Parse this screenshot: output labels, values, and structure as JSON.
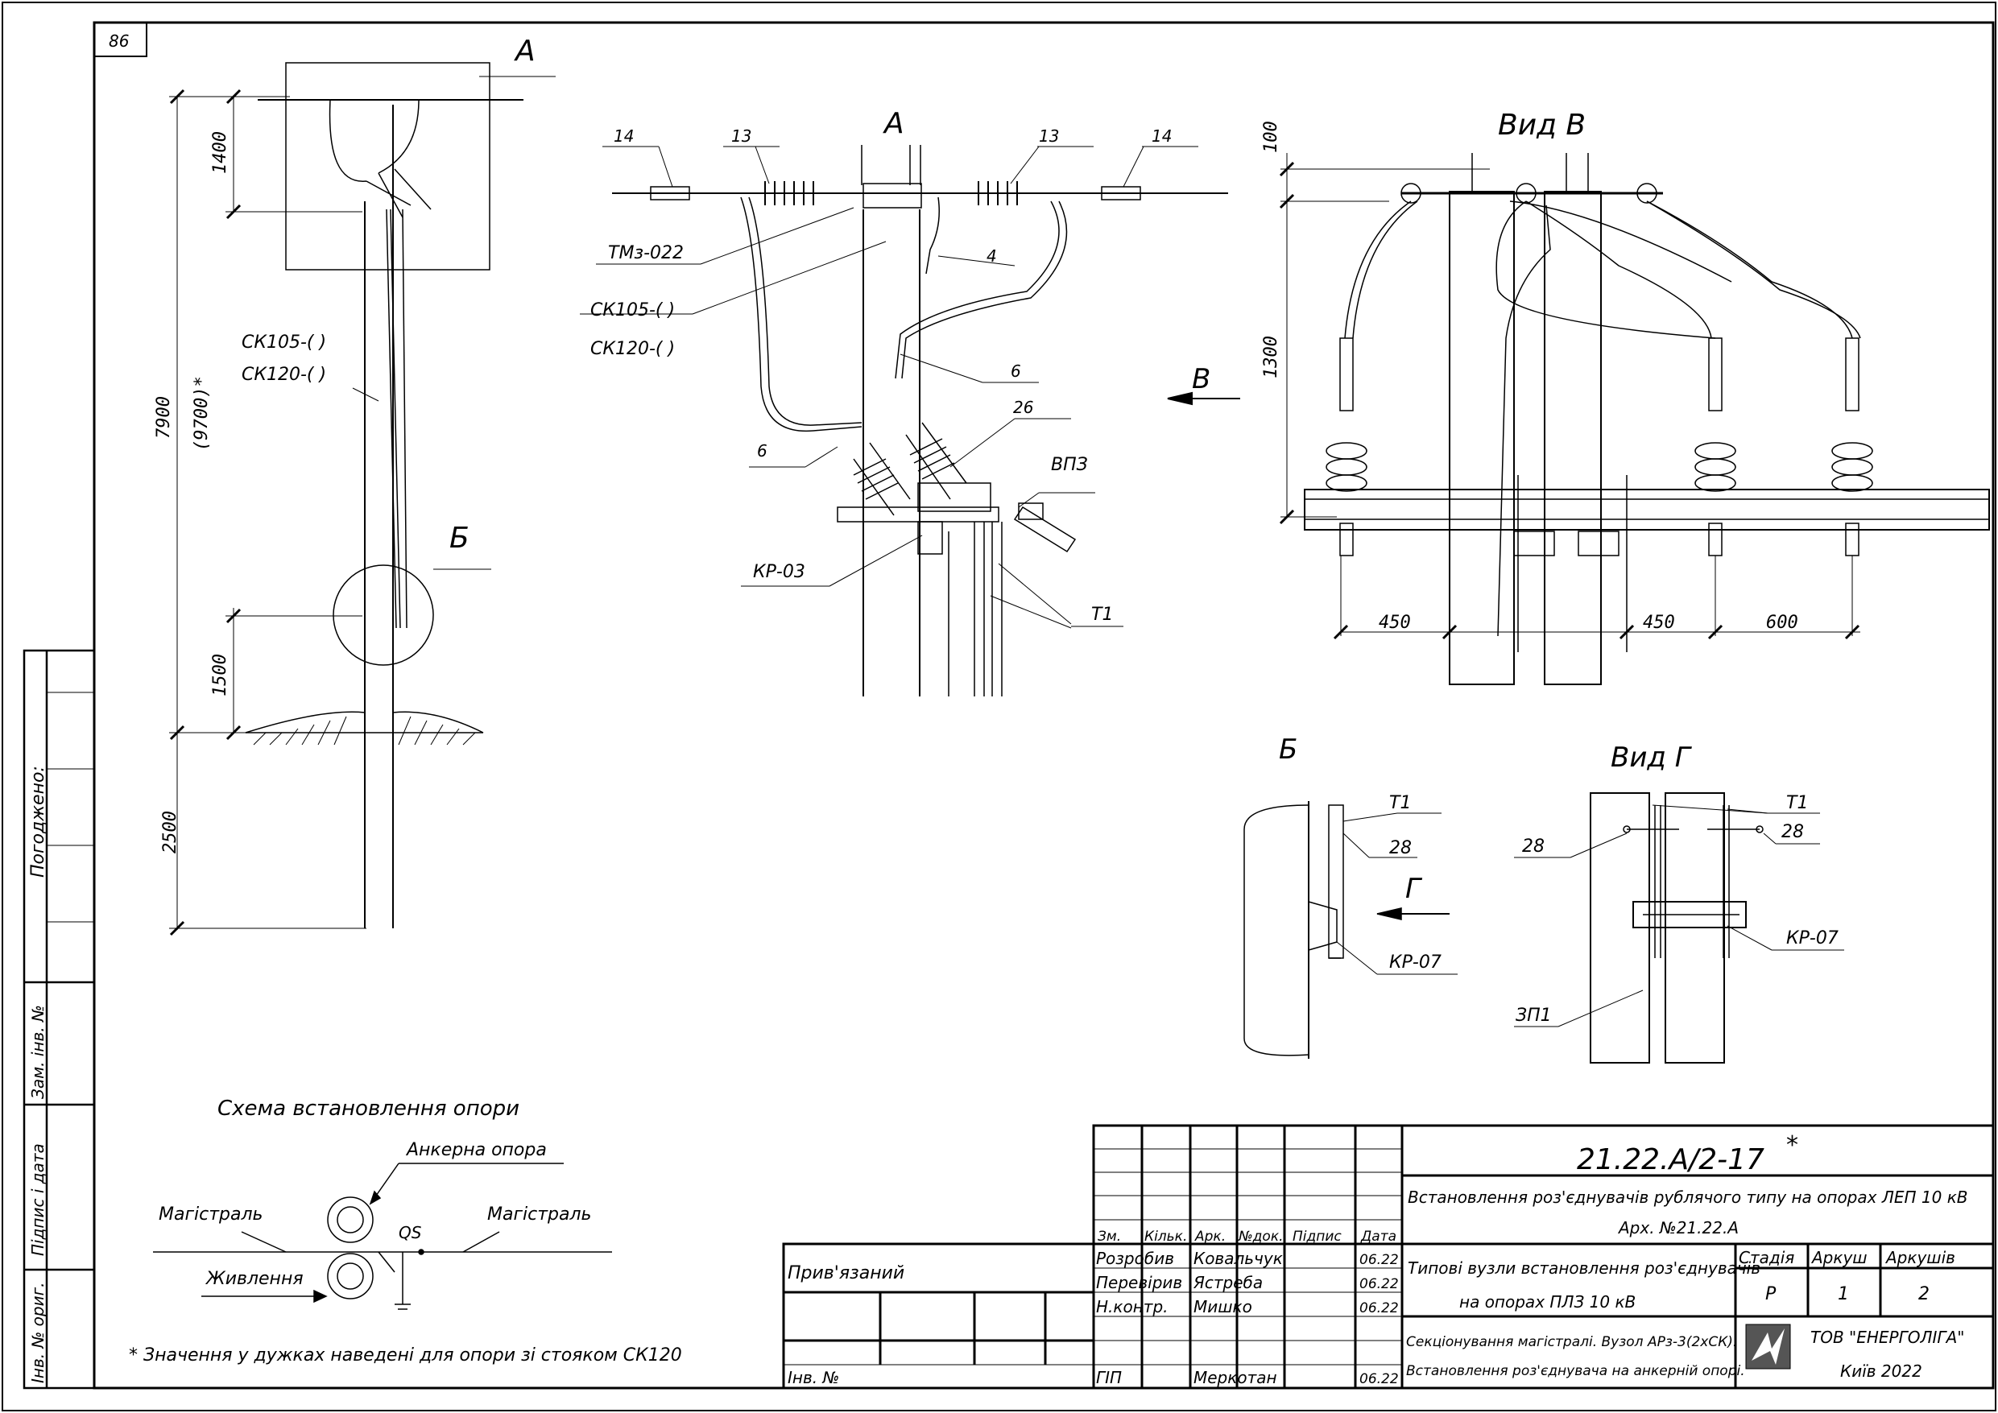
{
  "page_number": "86",
  "labels": {
    "A_callout": "А",
    "A_title": "А",
    "B_callout": "Б",
    "B_title": "Б",
    "view_B_title": "Вид В",
    "view_B_arrow": "В",
    "view_G_title": "Вид Г",
    "view_G_arrow": "Г"
  },
  "pole_dims": {
    "d1400": "1400",
    "d7900": "7900",
    "d9700": "(9700)*",
    "d1500": "1500",
    "d2500": "2500",
    "sk105": "СК105-(   )",
    "sk120": "СК120-(   )"
  },
  "view_A": {
    "p14_left": "14",
    "p13_left": "13",
    "p13_right": "13",
    "p14_right": "14",
    "tmz": "ТМз-022",
    "sk105": "СК105-(   )",
    "sk120": "СК120-(   )",
    "p4": "4",
    "p6_right": "6",
    "p26": "26",
    "p6_left": "6",
    "vpz": "ВПЗ",
    "kr03": "КР-03",
    "t1": "Т1"
  },
  "view_B_dims": {
    "d100": "100",
    "d1300": "1300",
    "d450a": "450",
    "d450b": "450",
    "d600": "600"
  },
  "view_Б": {
    "t1": "Т1",
    "p28": "28",
    "kr07": "КР-07"
  },
  "view_Г": {
    "t1": "Т1",
    "p28_left": "28",
    "p28_right": "28",
    "kr07": "КР-07",
    "zp1": "ЗП1"
  },
  "schema": {
    "title": "Схема встановлення опори",
    "anchor": "Анкерна опора",
    "main_left": "Магістраль",
    "main_right": "Магістраль",
    "qs": "QS",
    "supply": "Живлення",
    "note": "* Значення у дужках наведені для опори зі стояком СК120"
  },
  "side_stamp": {
    "agreed": "Погоджено:",
    "replaced_inv": "Зам. інв. №",
    "sign_date": "Підпис і дата",
    "orig_inv": "Інв. № ориг."
  },
  "title_block": {
    "doc_number": "21.22.А/2-17",
    "doc_star": "*",
    "title_line1": "Встановлення роз'єднувачів рублячого типу на опорах ЛЕП 10 кВ",
    "title_line2": "Арх. №21.22.А",
    "hdr_zm": "Зм.",
    "hdr_kilk": "Кільк.",
    "hdr_ark": "Арк.",
    "hdr_ndok": "№док.",
    "hdr_pidpys": "Підпис",
    "hdr_data": "Дата",
    "privyazanyi": "Прив'язаний",
    "inv_no": "Інв. №",
    "roles": [
      {
        "role": "Розробив",
        "name": "Ковальчук",
        "date": "06.22"
      },
      {
        "role": "Перевірив",
        "name": "Ястреба",
        "date": "06.22"
      },
      {
        "role": "Н.контр.",
        "name": "Мишко",
        "date": "06.22"
      },
      {
        "role": "ГІП",
        "name": "Меркотан",
        "date": "06.22"
      }
    ],
    "subtitle_line1": "Типові вузли встановлення роз'єднувачів",
    "subtitle_line2": "на опорах ПЛЗ 10 кВ",
    "stage_hdr": "Стадія",
    "sheet_hdr": "Аркуш",
    "sheets_hdr": "Аркушів",
    "stage": "Р",
    "sheet": "1",
    "sheets": "2",
    "desc_line1": "Секціонування магістралі. Вузол АРз-3(2хСК).",
    "desc_line2": "Встановлення роз'єднувача на анкерній опорі.",
    "company": "ТОВ \"ЕНЕРГОЛІГА\"",
    "city_year": "Київ 2022"
  }
}
